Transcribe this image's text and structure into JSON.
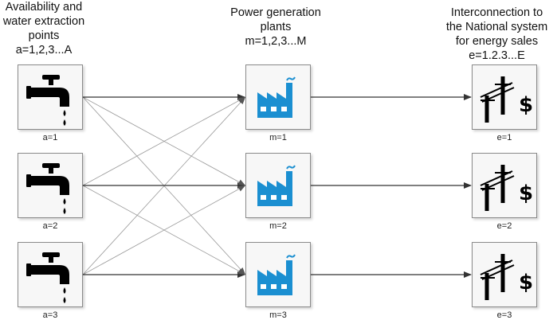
{
  "columns": {
    "extraction": {
      "heading": [
        "Availability and",
        "water extraction",
        "points",
        "a=1,2,3...A"
      ],
      "icon": "water-tap-icon",
      "nodes": [
        "a=1",
        "a=2",
        "a=3"
      ]
    },
    "generation": {
      "heading": [
        "Power generation",
        "plants",
        "m=1,2,3...M"
      ],
      "icon": "factory-icon",
      "nodes": [
        "m=1",
        "m=2",
        "m=3"
      ]
    },
    "interconnection": {
      "heading": [
        "Interconnection to",
        "the National system",
        "for energy sales",
        "e=1.2.3...E"
      ],
      "icon": "power-line-dollar-icon",
      "nodes": [
        "e=1",
        "e=2",
        "e=3"
      ]
    }
  },
  "colors": {
    "factory": "#1b8fd1",
    "tap": "#000000",
    "strong_edge": "#333333",
    "weak_edge": "#9a9a9a"
  }
}
